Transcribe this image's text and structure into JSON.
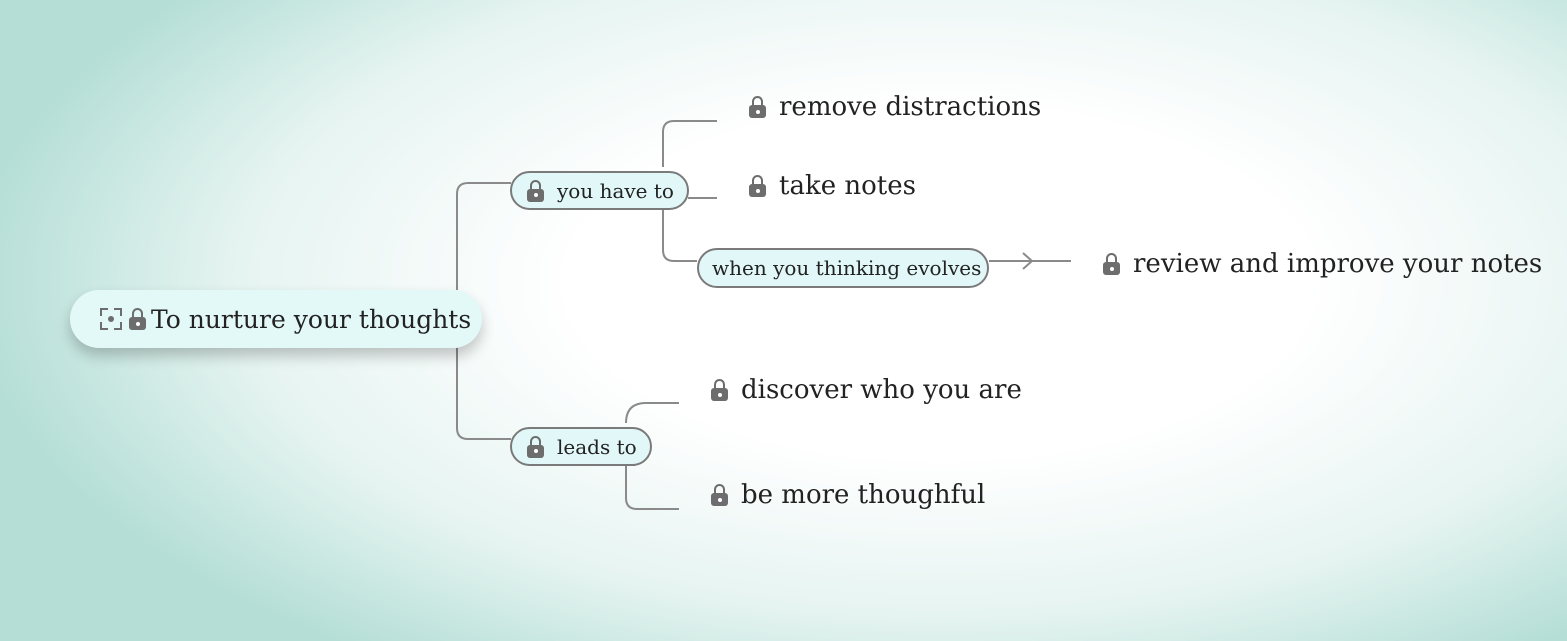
{
  "mindmap": {
    "root": {
      "label": "To nurture your thoughts"
    },
    "branches": [
      {
        "label": "you have to",
        "children": [
          {
            "label": "remove distractions"
          },
          {
            "label": "take notes"
          },
          {
            "label": "when you thinking evolves",
            "children": [
              {
                "label": "review and improve your notes"
              }
            ]
          }
        ]
      },
      {
        "label": "leads to",
        "children": [
          {
            "label": "discover who you are"
          },
          {
            "label": "be more thoughful"
          }
        ]
      }
    ]
  },
  "icons": {
    "lock": "lock-icon",
    "focus": "focus-icon"
  },
  "colors": {
    "connector": "#8a8a8a",
    "node_fill": "#e2f8f8",
    "icon": "#6d6d6d"
  }
}
